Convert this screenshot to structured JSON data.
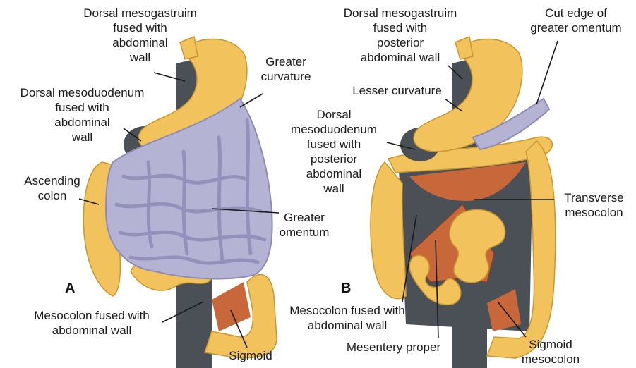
{
  "panels": [
    {
      "letter": "A",
      "labels": {
        "dorsal_mesogastrium": "Dorsal mesogastruim\nfused with\nabdominal\nwall",
        "greater_curvature": "Greater\ncurvature",
        "dorsal_mesoduodenum": "Dorsal mesoduodenum\nfused with\nabdominal\nwall",
        "ascending_colon": "Ascending\ncolon",
        "greater_omentum": "Greater\nomentum",
        "mesocolon_fused": "Mesocolon fused with\nabdominal wall",
        "sigmoid": "Sigmoid"
      }
    },
    {
      "letter": "B",
      "labels": {
        "dorsal_mesogastrium": "Dorsal mesogastruim\nfused with\nposterior\nabdominal wall",
        "cut_edge": "Cut edge of\ngreater omentum",
        "lesser_curvature": "Lesser curvature",
        "dorsal_mesoduodenum": "Dorsal\nmesoduodenum\nfused with\nposterior\nabdominal\nwall",
        "transverse_mesocolon": "Transverse\nmesocolon",
        "mesocolon_fused": "Mesocolon fused with\nabdominal wall",
        "mesentery_proper": "Mesentery proper",
        "sigmoid_mesocolon": "Sigmoid\nmesocolon"
      }
    }
  ],
  "colors": {
    "organ": "#f2c25c",
    "organ_shade": "#d9a23c",
    "wall": "#4a5055",
    "omentum": "#b5b3d4",
    "omentum_dark": "#8e8cb5",
    "mesentery": "#c8683a"
  }
}
